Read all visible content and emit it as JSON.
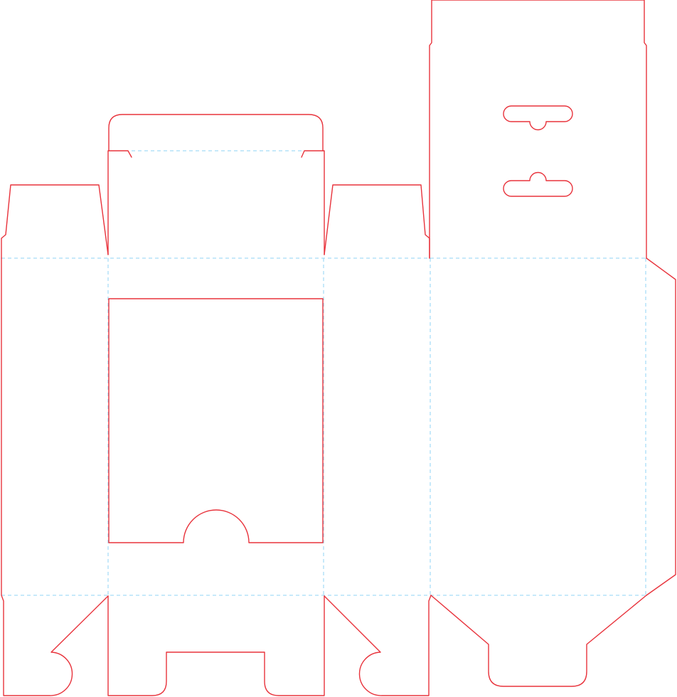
{
  "diagram": {
    "type": "packaging-dieline",
    "colors": {
      "background": "#ffffff",
      "cut_line": "#e8333c",
      "fold_line": "#8fd3f4"
    },
    "line_styles": {
      "cut": "solid",
      "fold": "dashed"
    },
    "features": [
      "front-window-with-thumb-notch",
      "hang-tab-euro-slots",
      "tuck-top-closure",
      "dust-flaps",
      "glue-flap",
      "lock-bottom-flaps"
    ]
  }
}
